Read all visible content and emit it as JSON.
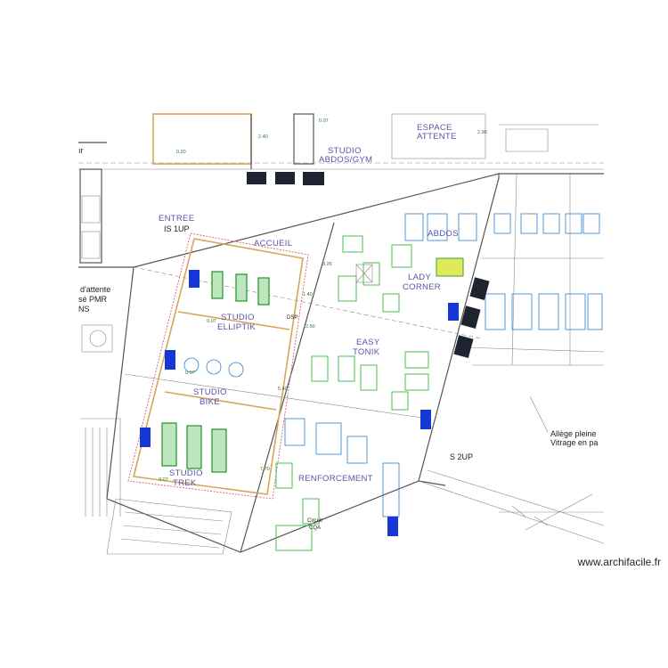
{
  "plan": {
    "labels": {
      "entree": "ENTREE",
      "is_1up": "IS 1UP",
      "accueil": "ACCUEIL",
      "studio_abdos_1": "STUDIO",
      "studio_abdos_2": "ABDOS/GYM",
      "espace_1": "ESPACE",
      "espace_2": "ATTENTE",
      "abdos": "ABDOS",
      "lady_1": "LADY",
      "lady_2": "CORNER",
      "elliptik_1": "STUDIO",
      "elliptik_2": "ELLIPTIK",
      "easy_1": "EASY",
      "easy_2": "TONIK",
      "bike_1": "STUDIO",
      "bike_2": "BIKE",
      "trek_1": "STUDIO",
      "trek_2": "TREK",
      "renforcement": "RENFORCEMENT",
      "circuit_1": "Circuit",
      "circuit_2": "CQA",
      "s_2up": "S 2UP",
      "attente_1": "d'attente",
      "attente_2": "sé  PMR",
      "attente_3": "NS",
      "allege_1": "Allège pleine",
      "allege_2": "Vitrage en pa",
      "dsp": "DSP"
    },
    "dimensions": {
      "d1": "0.07",
      "d2": "2.40",
      "d3": "0.20",
      "d4": "1.40",
      "d5": "2.50",
      "d6": "0.07",
      "d7": "5.40",
      "d8": "7.70",
      "d9": "3.26",
      "d10": "0.07",
      "d11": "0.07",
      "d12": "2.90"
    },
    "colors": {
      "label": "#5a54a8",
      "blue_equipment": "#1537d6",
      "black_equipment": "#1d2430",
      "green_equipment": "#4cbf4c",
      "cyan_equipment": "#2a7fd0",
      "curtain": "#d46464"
    }
  },
  "watermark": "www.archifacile.fr"
}
